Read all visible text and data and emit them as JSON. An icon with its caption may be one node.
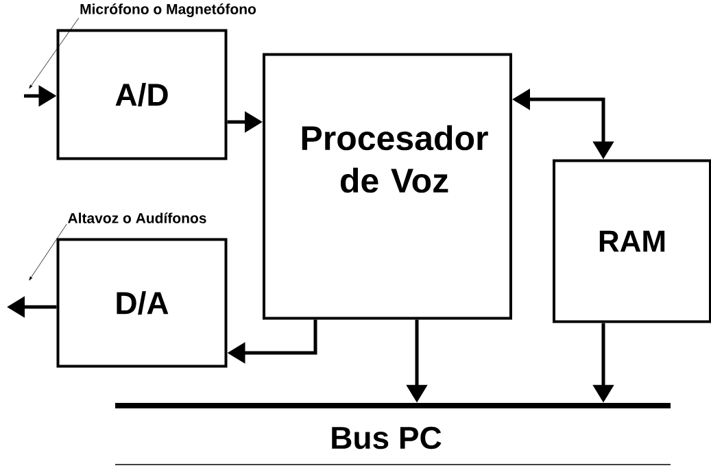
{
  "diagram": {
    "nodes": [
      {
        "text": [
          "A/D"
        ]
      },
      {
        "text": [
          "Procesador de Voz"
        ]
      },
      {
        "text": [
          "RAM"
        ]
      },
      {
        "text": [
          "D/A"
        ]
      },
      {
        "text": [
          "Bus PC"
        ]
      },
      {
        "text": [
          "Micrófono o Magnetófono"
        ]
      },
      {
        "text": [
          "Altavoz o Audífonos"
        ]
      }
    ],
    "edges": [
      {
        "from": null,
        "to": 0,
        "arrow": "to"
      },
      {
        "from": 0,
        "to": 1,
        "arrow": "to"
      },
      {
        "from": 1,
        "to": 2,
        "arrow": "both"
      },
      {
        "from": 1,
        "to": 3,
        "arrow": "to"
      },
      {
        "from": 3,
        "to": null,
        "arrow": "to"
      },
      {
        "from": 1,
        "to": 4,
        "arrow": "to"
      },
      {
        "from": 2,
        "to": 4,
        "arrow": "to"
      },
      {
        "from": 5,
        "to": null,
        "arrow": "to"
      },
      {
        "from": 6,
        "to": null,
        "arrow": "to"
      }
    ]
  }
}
